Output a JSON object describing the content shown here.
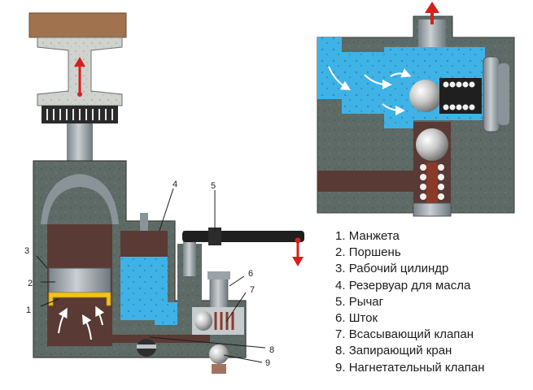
{
  "callouts": [
    "1",
    "2",
    "3",
    "4",
    "5",
    "6",
    "7",
    "8",
    "9"
  ],
  "legend": [
    {
      "num": "1.",
      "text": "Манжета"
    },
    {
      "num": "2.",
      "text": "Поршень"
    },
    {
      "num": "3.",
      "text": "Рабочий цилиндр"
    },
    {
      "num": "4.",
      "text": "Резервуар для масла"
    },
    {
      "num": "5.",
      "text": "Рычаг"
    },
    {
      "num": "6.",
      "text": "Шток"
    },
    {
      "num": "7.",
      "text": "Всасывающий клапан"
    },
    {
      "num": "8.",
      "text": "Запирающий кран"
    },
    {
      "num": "9.",
      "text": "Нагнетательный клапан"
    }
  ],
  "colors": {
    "housing": "#5e6a66",
    "housing_dark": "#3a3f3d",
    "oil_tank": "#3fb2e6",
    "cylinder_interior": "#5a3a34",
    "piston_metal": "#9aa3a8",
    "seal": "#f2c318",
    "load_block": "#a0724d",
    "arrow_red": "#d6201a",
    "spring": "#8b3a2a"
  }
}
